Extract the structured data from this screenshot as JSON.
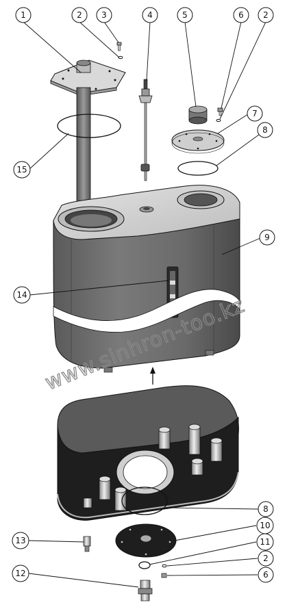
{
  "callouts": [
    {
      "id": "c1",
      "label": "1"
    },
    {
      "id": "c2a",
      "label": "2"
    },
    {
      "id": "c3",
      "label": "3"
    },
    {
      "id": "c4",
      "label": "4"
    },
    {
      "id": "c5",
      "label": "5"
    },
    {
      "id": "c6a",
      "label": "6"
    },
    {
      "id": "c2b",
      "label": "2"
    },
    {
      "id": "c7",
      "label": "7"
    },
    {
      "id": "c8a",
      "label": "8"
    },
    {
      "id": "c15",
      "label": "15"
    },
    {
      "id": "c9",
      "label": "9"
    },
    {
      "id": "c14",
      "label": "14"
    },
    {
      "id": "c8b",
      "label": "8"
    },
    {
      "id": "c10",
      "label": "10"
    },
    {
      "id": "c13",
      "label": "13"
    },
    {
      "id": "c11",
      "label": "11"
    },
    {
      "id": "c2c",
      "label": "2"
    },
    {
      "id": "c12",
      "label": "12"
    },
    {
      "id": "c6b",
      "label": "6"
    }
  ],
  "watermark": "www.sinhron-too.kz",
  "colors": {
    "body_dark": "#4a4a4a",
    "body_mid": "#6e6e6e",
    "body_light": "#9a9a9a",
    "top_face": "#d6d6d6",
    "line": "#111111"
  }
}
